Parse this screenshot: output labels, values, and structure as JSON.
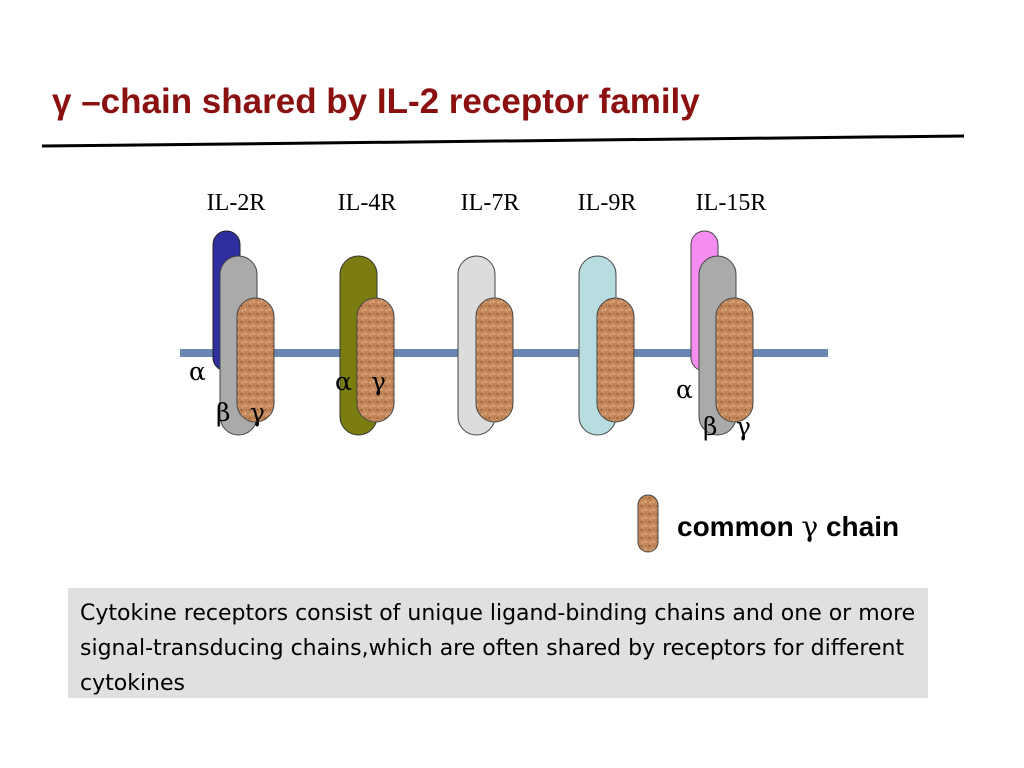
{
  "title": "γ –chain shared by IL-2 receptor family",
  "receptors": [
    {
      "label": "IL-2R",
      "chains": [
        "alpha",
        "beta",
        "gamma"
      ]
    },
    {
      "label": "IL-4R",
      "chains": [
        "alpha",
        "gamma"
      ]
    },
    {
      "label": "IL-7R",
      "chains": [
        "other",
        "gamma"
      ]
    },
    {
      "label": "IL-9R",
      "chains": [
        "other",
        "gamma"
      ]
    },
    {
      "label": "IL-15R",
      "chains": [
        "alpha",
        "beta",
        "gamma"
      ]
    }
  ],
  "symbols": {
    "alpha": "α",
    "beta": "β",
    "gamma": "γ"
  },
  "legend": {
    "prefix": "common",
    "symbol": "γ",
    "suffix": "chain"
  },
  "colors": {
    "title": "#8b1010",
    "membrane": "#6a87b3",
    "il2_alpha": "#2e2e9e",
    "beta": "#aaaaaa",
    "il4_alpha": "#7b7d10",
    "il7_chain": "#dcdcdc",
    "il9_chain": "#b8dde0",
    "il15_alpha": "#f58cf0",
    "gamma_chain": "#c4875a"
  },
  "note": "Cytokine receptors consist of unique ligand-binding chains and one or more signal-transducing chains,which are often shared by receptors for different cytokines"
}
